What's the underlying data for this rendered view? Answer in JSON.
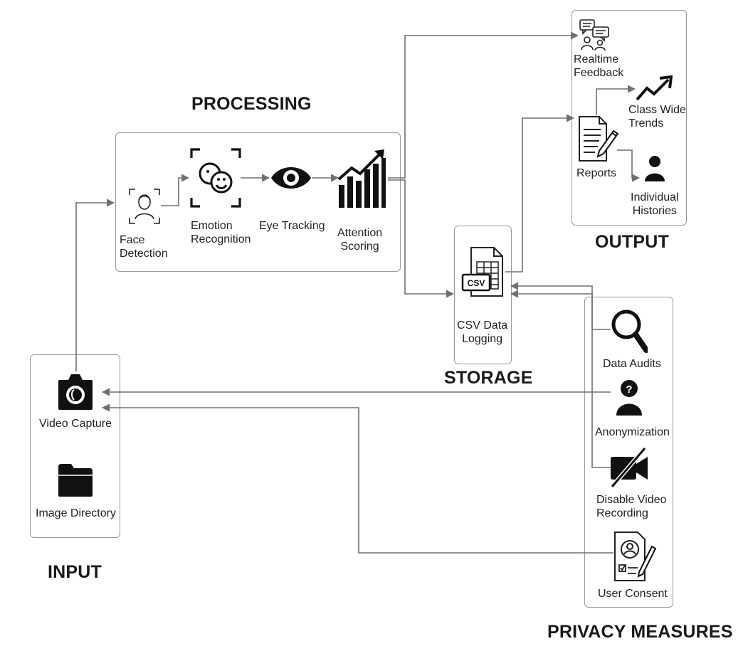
{
  "headings": {
    "processing": "PROCESSING",
    "output": "OUTPUT",
    "storage": "STORAGE",
    "input": "INPUT",
    "privacy": "PRIVACY MEASURES"
  },
  "processing": {
    "face_detection": [
      "Face",
      "Detection"
    ],
    "emotion_recognition": [
      "Emotion",
      "Recognition"
    ],
    "eye_tracking": "Eye Tracking",
    "attention_scoring": [
      "Attention",
      "Scoring"
    ]
  },
  "output": {
    "realtime_feedback": [
      "Realtime",
      "Feedback"
    ],
    "class_wide_trends": [
      "Class Wide",
      "Trends"
    ],
    "reports": "Reports",
    "individual_histories": [
      "Individual",
      "Histories"
    ]
  },
  "storage": {
    "csv_data_logging": [
      "CSV Data",
      "Logging"
    ],
    "csv_icon_text": "CSV"
  },
  "input": {
    "video_capture": "Video Capture",
    "image_directory": "Image Directory"
  },
  "privacy": {
    "data_audits": "Data Audits",
    "anonymization": "Anonymization",
    "disable_video_recording": [
      "Disable Video",
      "Recording"
    ],
    "user_consent": "User Consent"
  },
  "colors": {
    "connector": "#707070",
    "border": "#9a9a9a",
    "icon": "#111111"
  }
}
